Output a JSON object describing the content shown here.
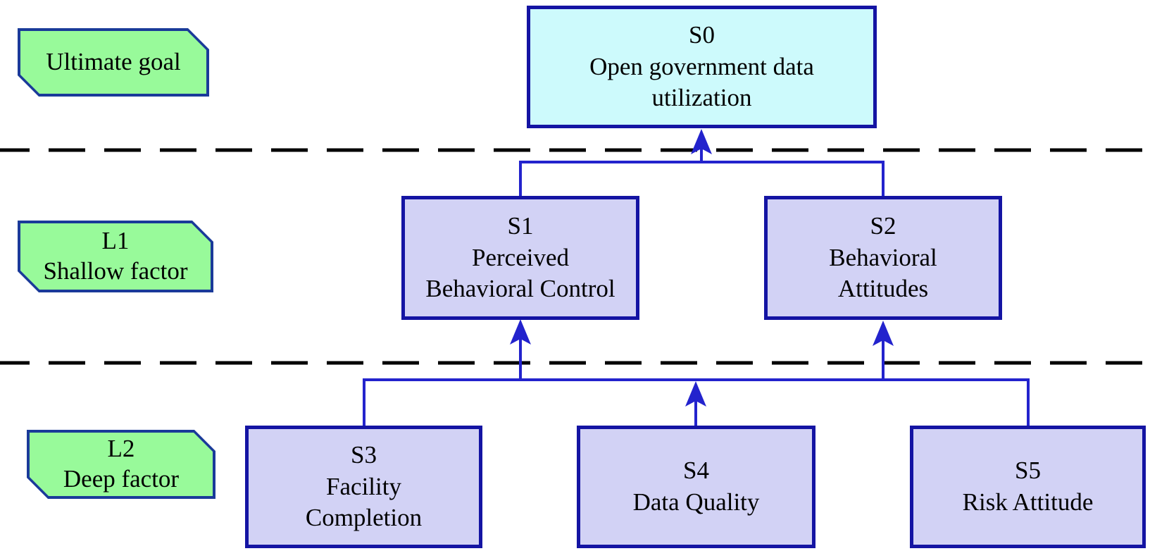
{
  "colors": {
    "goal_fill": "#cdfafc",
    "node_fill": "#d2d2f5",
    "label_fill": "#98fa9a",
    "node_border": "#1414a3",
    "label_border": "#1a3a99",
    "connector": "#2323cd",
    "dashed_line": "#000000"
  },
  "level_labels": {
    "goal": {
      "line1": "Ultimate goal"
    },
    "l1": {
      "line1": "L1",
      "line2": "Shallow factor"
    },
    "l2": {
      "line1": "L2",
      "line2": "Deep factor"
    }
  },
  "nodes": {
    "s0": {
      "code": "S0",
      "line1": "Open government data",
      "line2": "utilization"
    },
    "s1": {
      "code": "S1",
      "line1": "Perceived",
      "line2": "Behavioral Control"
    },
    "s2": {
      "code": "S2",
      "line1": "Behavioral",
      "line2": "Attitudes"
    },
    "s3": {
      "code": "S3",
      "line1": "Facility",
      "line2": "Completion"
    },
    "s4": {
      "code": "S4",
      "line1": "Data Quality"
    },
    "s5": {
      "code": "S5",
      "line1": "Risk Attitude"
    }
  },
  "edges": [
    {
      "from": [
        "S1",
        "S2"
      ],
      "to": [
        "S0"
      ],
      "arrow": true
    },
    {
      "from": [
        "S3",
        "S4",
        "S5"
      ],
      "to": [
        "S1",
        "S2"
      ],
      "arrow": true
    }
  ]
}
